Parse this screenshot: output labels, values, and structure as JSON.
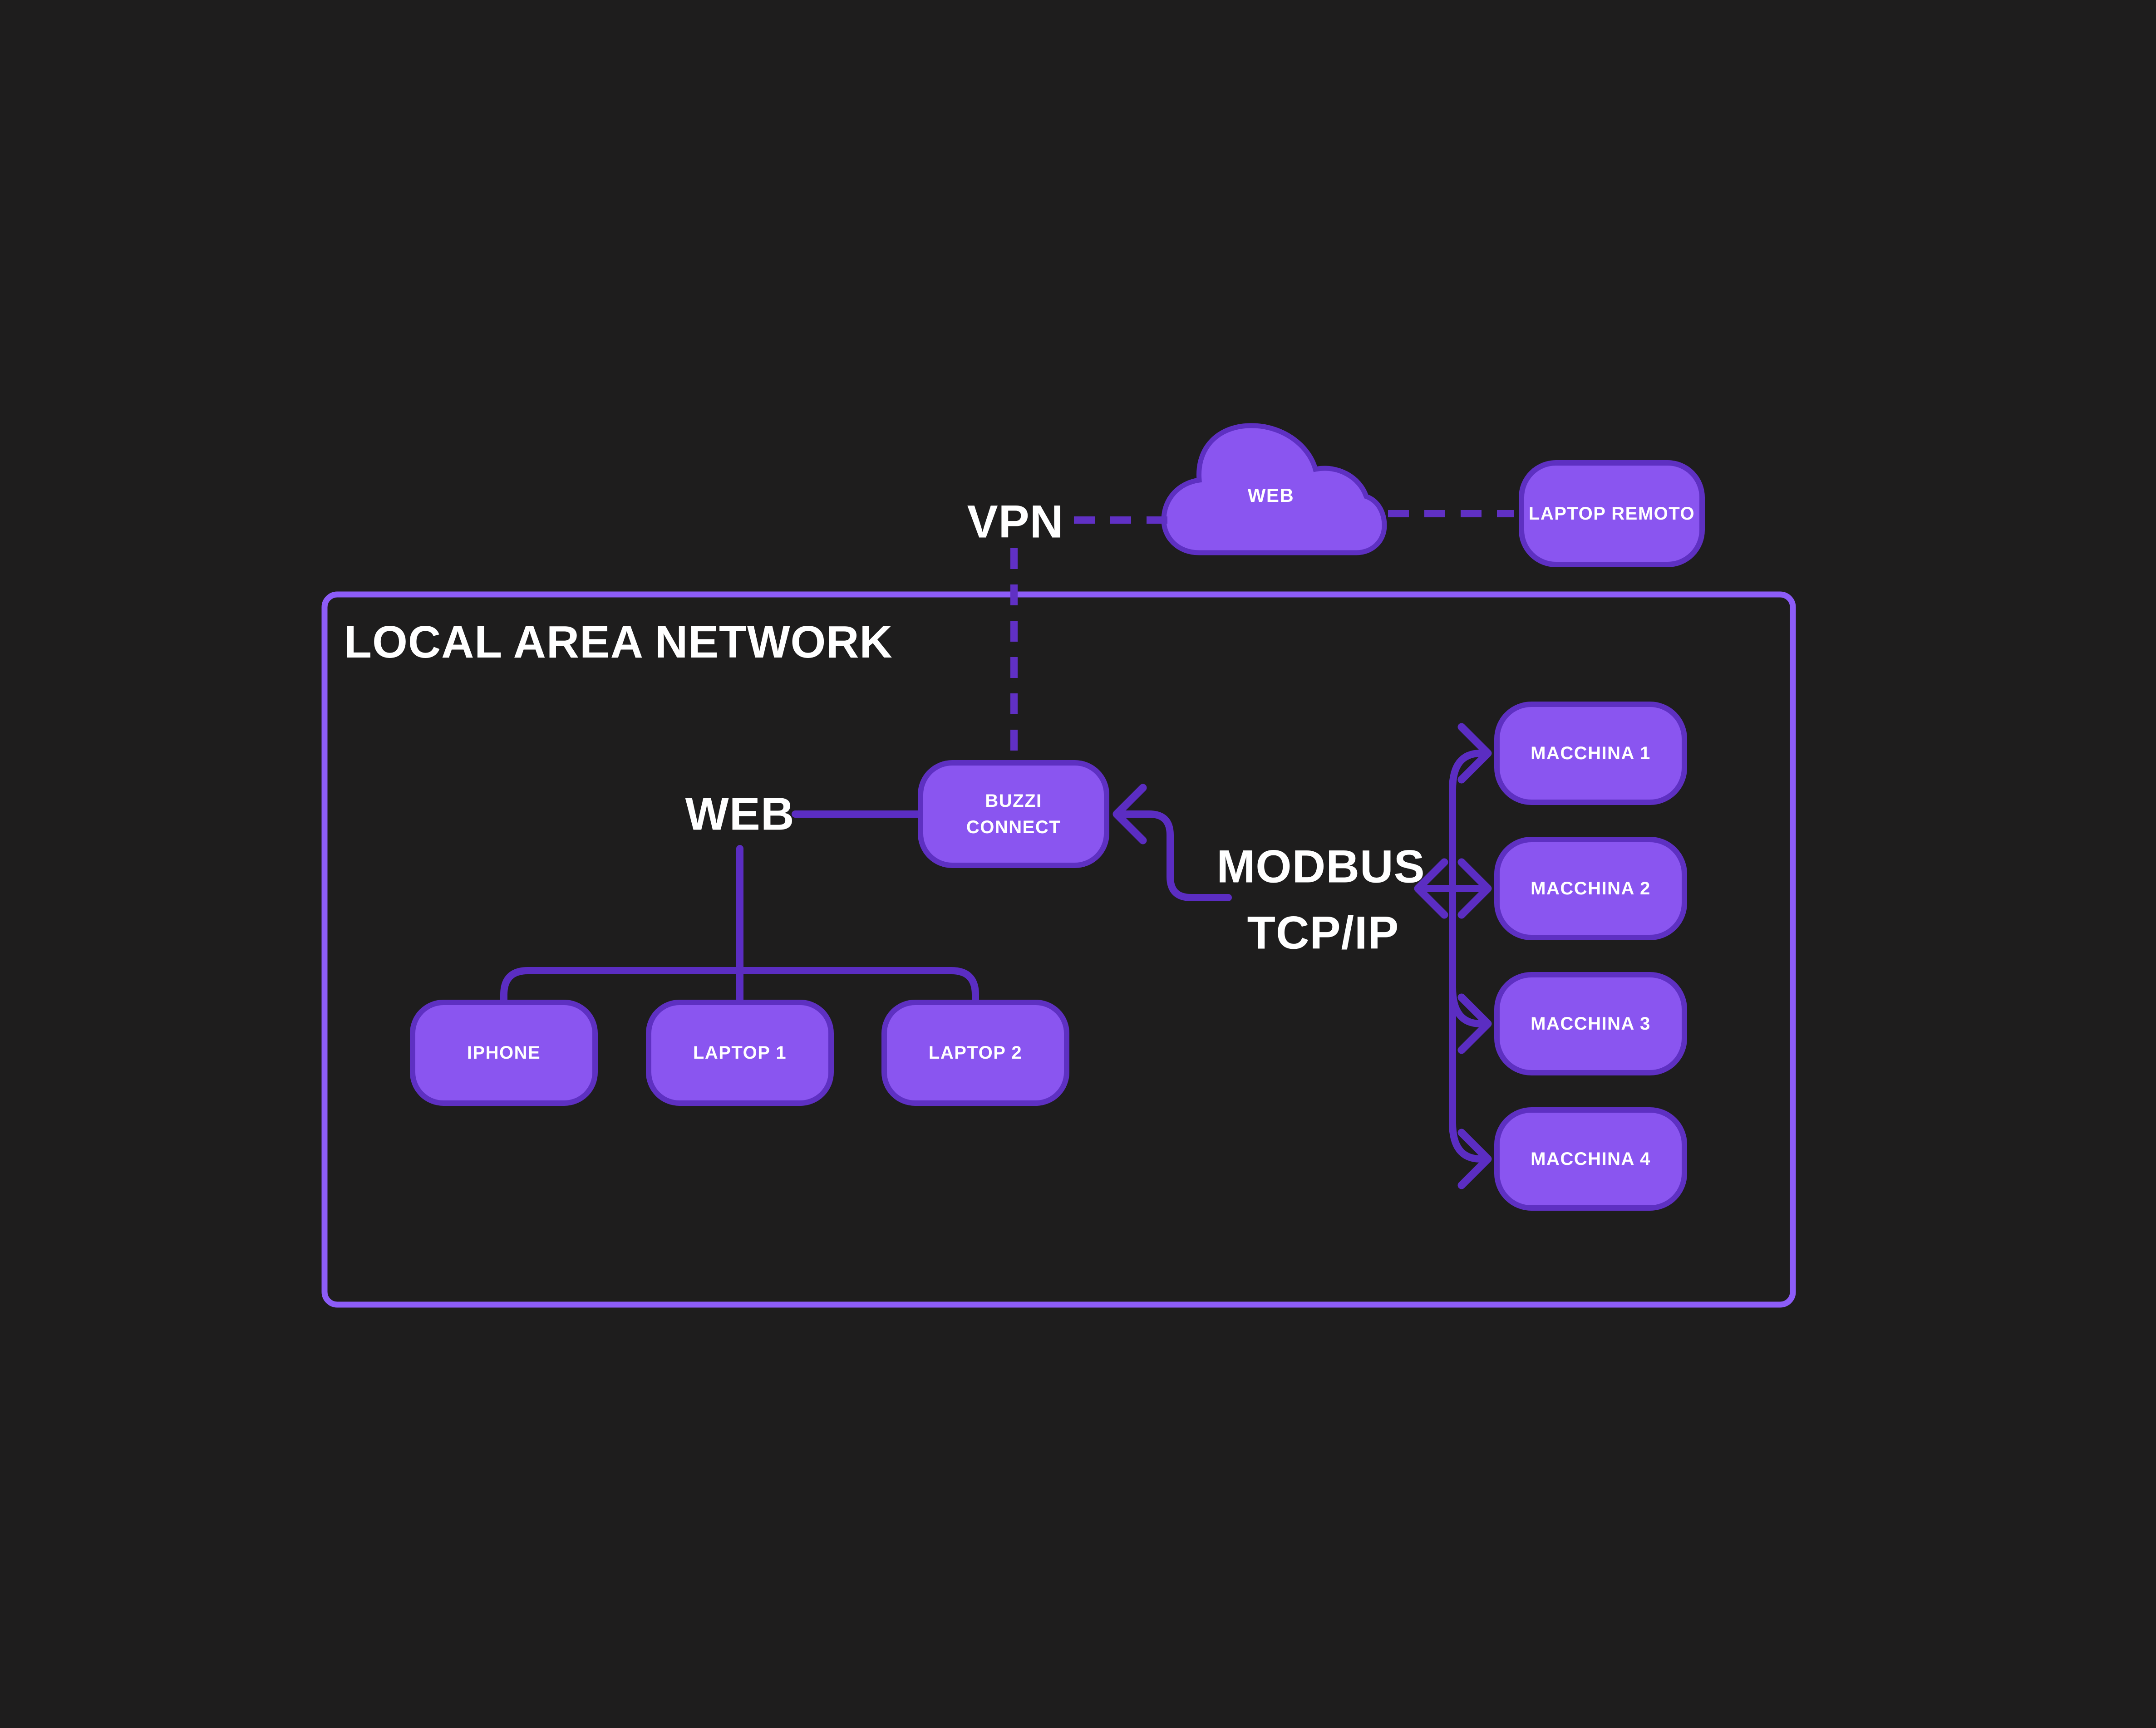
{
  "theme": {
    "background": "#1e1d1d",
    "node_fill": "#8a55f0",
    "node_border": "#5e30c2",
    "connector": "#5b2dc2",
    "dash": "#6030c4",
    "lan_border": "#8d5cf8",
    "text": "#ffffff"
  },
  "diagram": {
    "vpn_label": "VPN",
    "cloud": {
      "label": "WEB"
    },
    "laptop_remoto": {
      "label": "LAPTOP REMOTO"
    },
    "lan": {
      "title": "LOCAL AREA NETWORK"
    },
    "web_label": "WEB",
    "buzzi": {
      "line1": "BUZZI",
      "line2": "CONNECT"
    },
    "devices": [
      {
        "label": "IPHONE"
      },
      {
        "label": "LAPTOP 1"
      },
      {
        "label": "LAPTOP 2"
      }
    ],
    "modbus": {
      "line1": "MODBUS",
      "line2": "TCP/IP"
    },
    "machines": [
      {
        "label": "MACCHINA 1"
      },
      {
        "label": "MACCHINA 2"
      },
      {
        "label": "MACCHINA 3"
      },
      {
        "label": "MACCHINA 4"
      }
    ]
  }
}
